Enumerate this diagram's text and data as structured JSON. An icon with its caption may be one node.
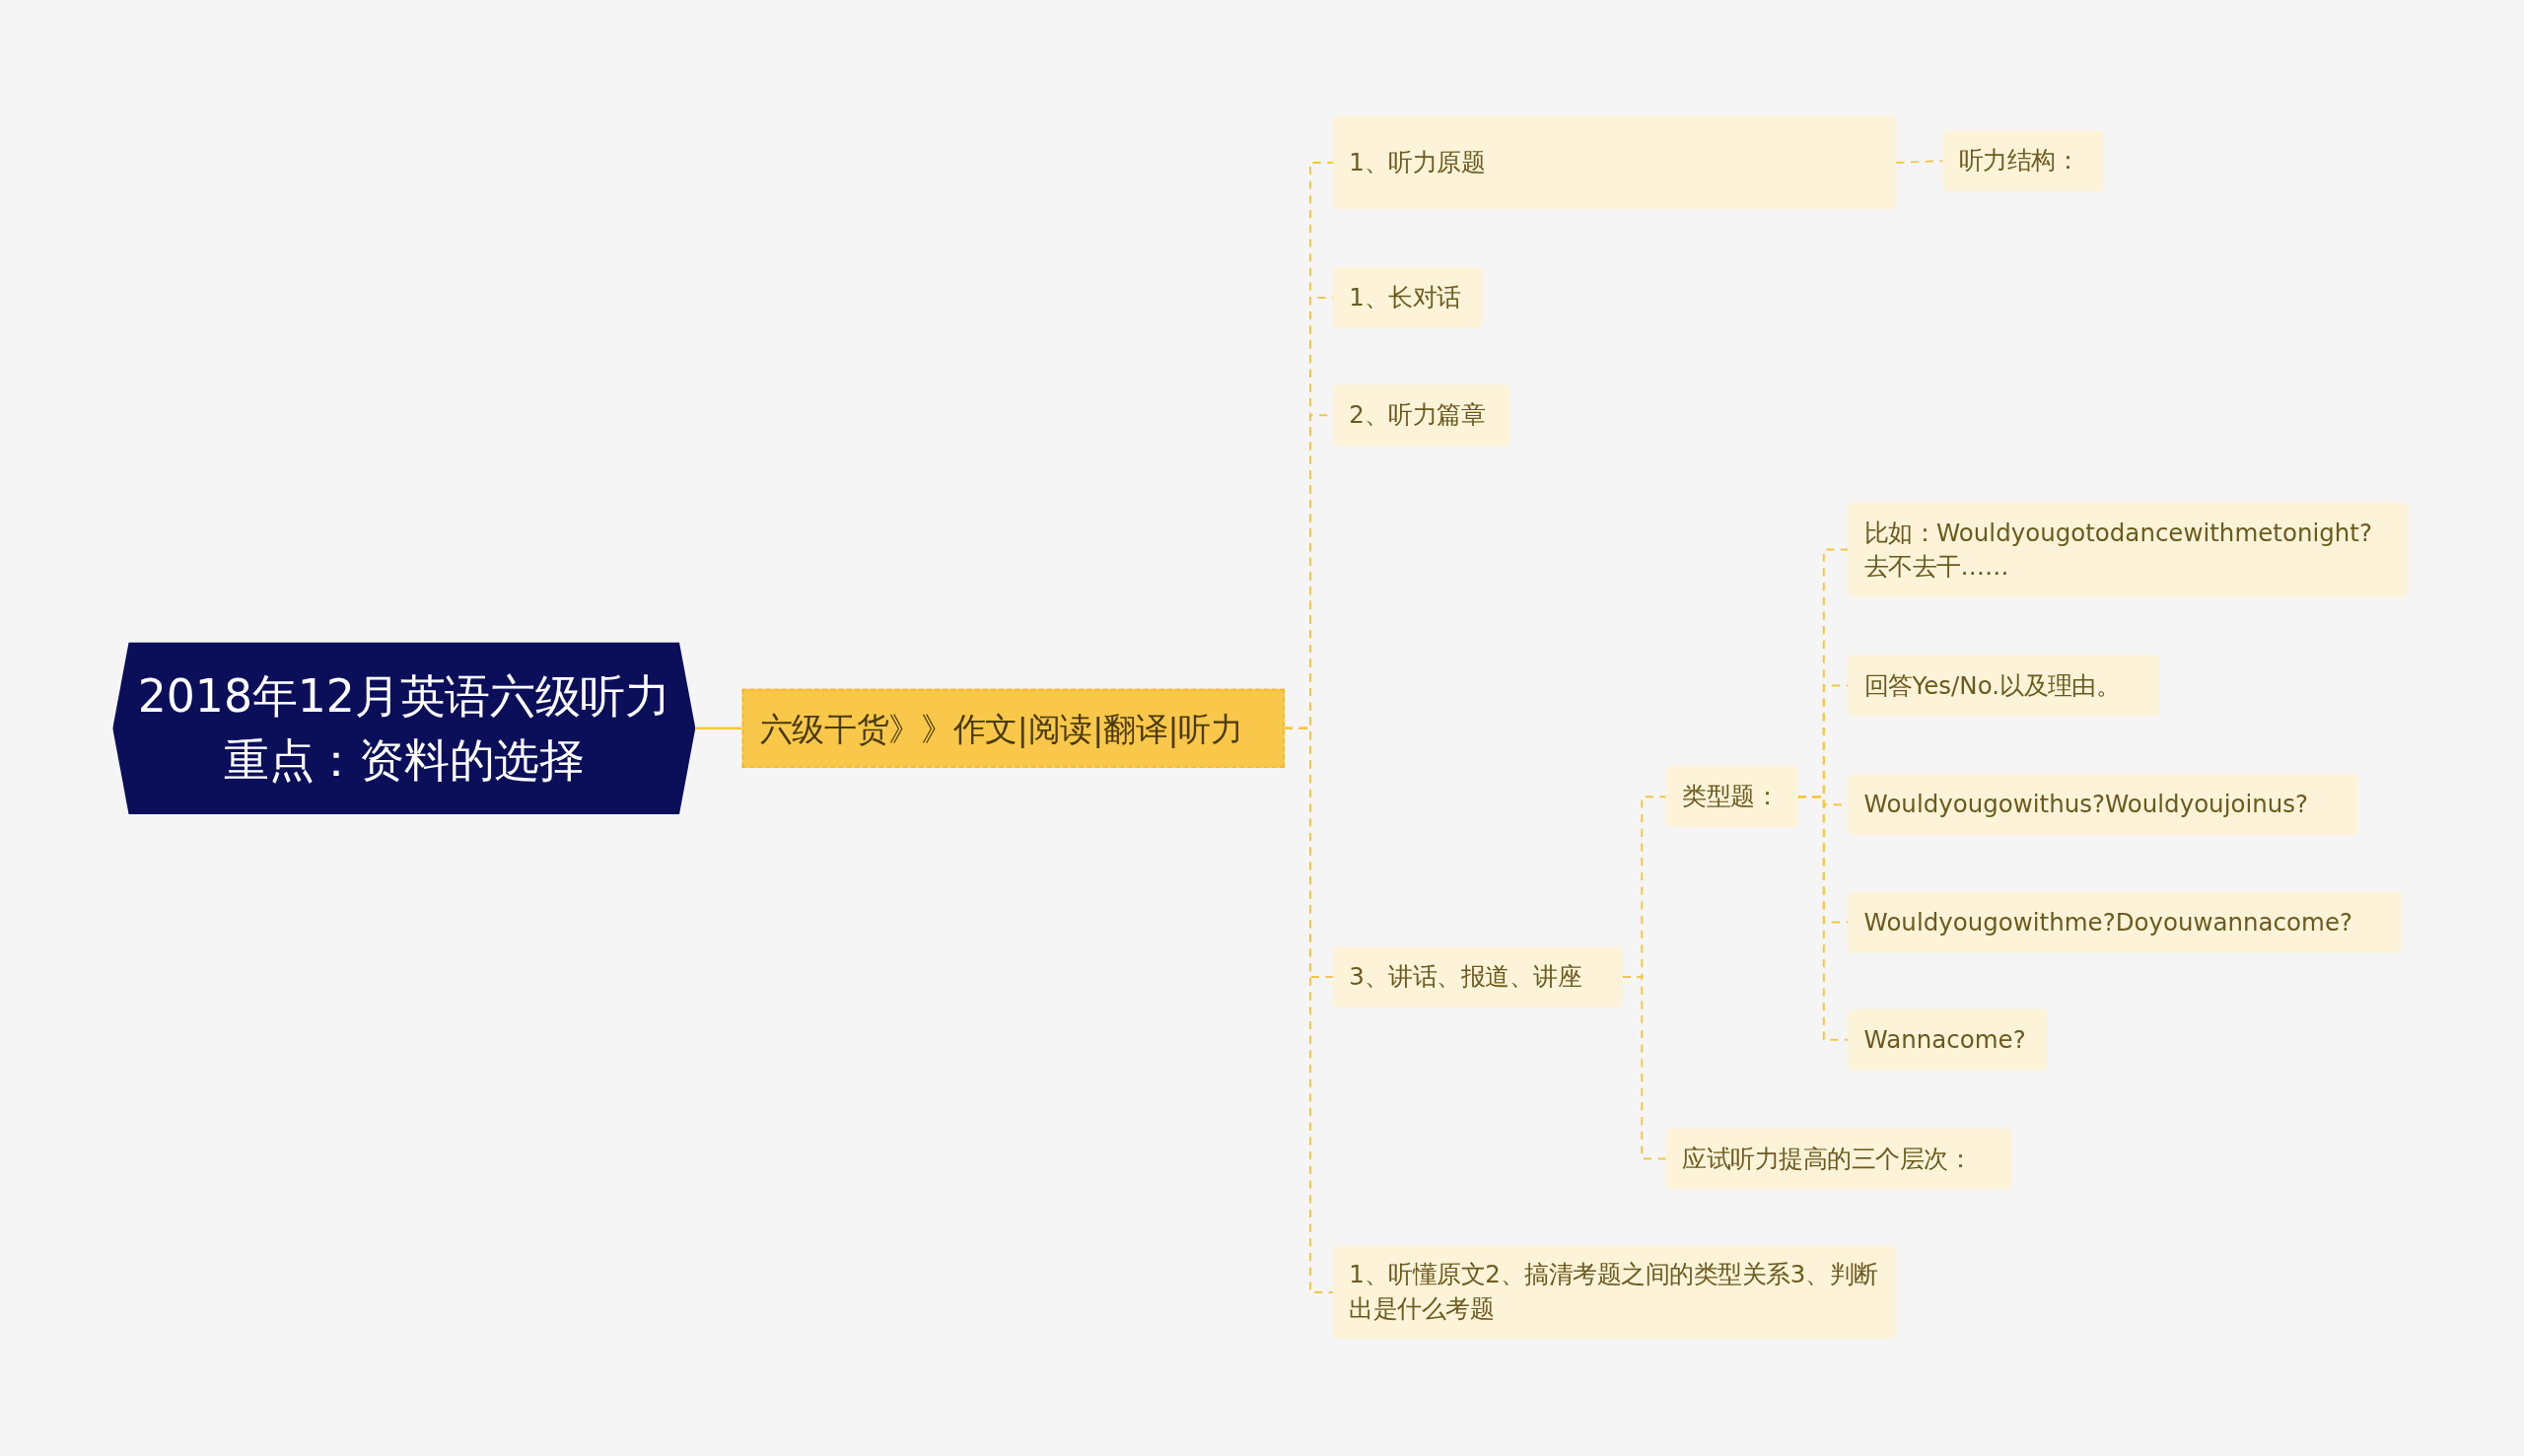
{
  "diagram": {
    "nodes": [
      {
        "text": [
          "2018年12月英语六级听力重点：资料的选择"
        ]
      },
      {
        "text": [
          "六级干货》》作文|阅读|翻译|听力"
        ]
      },
      {
        "text": [
          "1、听力原题"
        ]
      },
      {
        "text": [
          "听力结构："
        ]
      },
      {
        "text": [
          "1、长对话"
        ]
      },
      {
        "text": [
          "2、听力篇章"
        ]
      },
      {
        "text": [
          "3、讲话、报道、讲座"
        ]
      },
      {
        "text": [
          "类型题："
        ]
      },
      {
        "text": [
          "比如：Wouldyougotodancewithmetonight?去不去干……"
        ]
      },
      {
        "text": [
          "回答Yes/No.以及理由。"
        ]
      },
      {
        "text": [
          "Wouldyougowithus?Wouldyoujoinus?"
        ]
      },
      {
        "text": [
          "Wouldyougowithme?Doyouwannacome?"
        ]
      },
      {
        "text": [
          "Wannacome?"
        ]
      },
      {
        "text": [
          "应试听力提高的三个层次："
        ]
      },
      {
        "text": [
          "1、听懂原文2、搞清考题之间的类型关系3、判断出是什么考题"
        ]
      }
    ],
    "edges": [
      {
        "from": 0,
        "to": 1,
        "arrow": "none"
      },
      {
        "from": 1,
        "to": 2,
        "arrow": "none",
        "style": "dashed"
      },
      {
        "from": 2,
        "to": 3,
        "arrow": "none",
        "style": "dashed"
      },
      {
        "from": 1,
        "to": 4,
        "arrow": "none",
        "style": "dashed"
      },
      {
        "from": 1,
        "to": 5,
        "arrow": "none",
        "style": "dashed"
      },
      {
        "from": 1,
        "to": 6,
        "arrow": "none",
        "style": "dashed"
      },
      {
        "from": 6,
        "to": 7,
        "arrow": "none",
        "style": "dashed"
      },
      {
        "from": 7,
        "to": 8,
        "arrow": "none",
        "style": "dashed"
      },
      {
        "from": 7,
        "to": 9,
        "arrow": "none",
        "style": "dashed"
      },
      {
        "from": 7,
        "to": 10,
        "arrow": "none",
        "style": "dashed"
      },
      {
        "from": 7,
        "to": 11,
        "arrow": "none",
        "style": "dashed"
      },
      {
        "from": 7,
        "to": 12,
        "arrow": "none",
        "style": "dashed"
      },
      {
        "from": 6,
        "to": 13,
        "arrow": "none",
        "style": "dashed"
      },
      {
        "from": 1,
        "to": 14,
        "arrow": "none",
        "style": "dashed"
      }
    ]
  }
}
